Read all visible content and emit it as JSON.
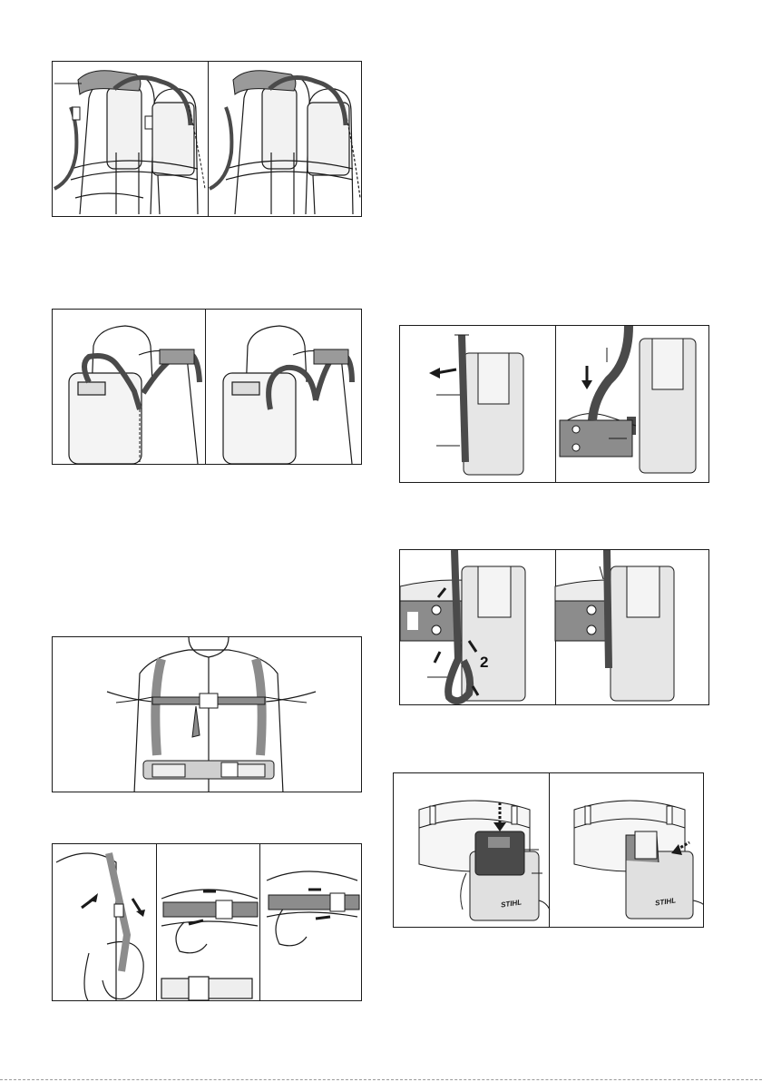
{
  "document": {
    "type": "operating-instructions-illustration-page",
    "figures": [
      {
        "id": "fig-backpack-cable-routing",
        "subpanels": 2
      },
      {
        "id": "fig-backpack-cable-hooks",
        "subpanels": 2
      },
      {
        "id": "fig-harness-worn",
        "subpanels": 1
      },
      {
        "id": "fig-strap-adjustment",
        "subpanels": 3
      },
      {
        "id": "fig-belt-pouch-strap",
        "subpanels": 2
      },
      {
        "id": "fig-belt-pouch-mounting",
        "subpanels": 2,
        "callout": "2"
      },
      {
        "id": "fig-battery-pouch",
        "subpanels": 2,
        "brand": "STIHL"
      }
    ]
  },
  "colors": {
    "line": "#1a1a1a",
    "strap_dark": "#4a4a4a",
    "strap_mid": "#8c8c8c",
    "fill_light": "#e6e6e6"
  }
}
